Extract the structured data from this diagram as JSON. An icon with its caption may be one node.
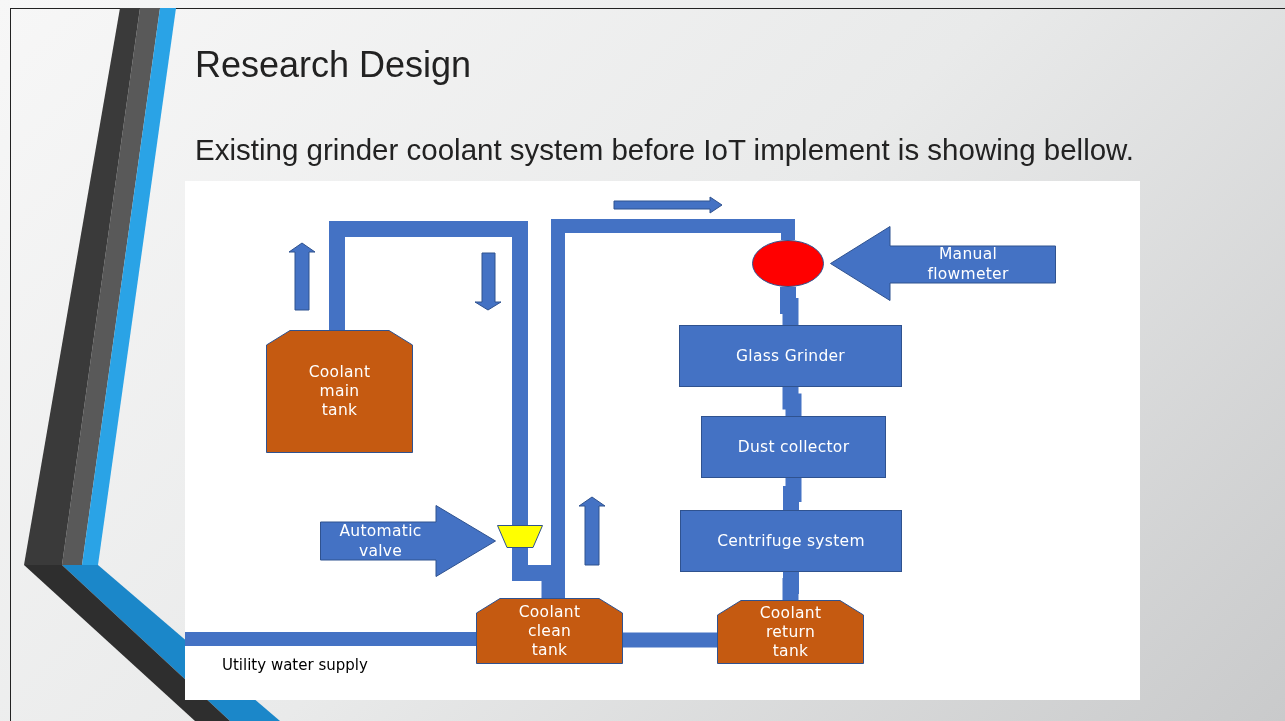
{
  "diagram": {
    "title": "Research Design",
    "nodes": [
      {
        "text": [
          "Coolant main tank"
        ]
      },
      {
        "text": [
          "Coolant clean tank"
        ]
      },
      {
        "text": [
          "Coolant return tank"
        ]
      },
      {
        "text": [
          "Glass Grinder"
        ]
      },
      {
        "text": [
          "Dust collector"
        ]
      },
      {
        "text": [
          "Centrifuge system"
        ]
      },
      {
        "text": [
          "Automatic valve"
        ]
      },
      {
        "text": [],
        "shape": "trapezoid"
      },
      {
        "text": [
          "Manual flowmeter"
        ]
      },
      {
        "text": [],
        "shape": "circle"
      }
    ],
    "edges": [
      {
        "from": 0,
        "to": 7,
        "arrow": "none"
      },
      {
        "from": 7,
        "to": 1,
        "arrow": "none"
      },
      {
        "from": 1,
        "to": 9,
        "arrow": "none"
      },
      {
        "from": 9,
        "to": 3,
        "arrow": "none"
      },
      {
        "from": 3,
        "to": 4,
        "arrow": "none"
      },
      {
        "from": 4,
        "to": 5,
        "arrow": "none"
      },
      {
        "from": 5,
        "to": 2,
        "arrow": "none"
      },
      {
        "from": 2,
        "to": 1,
        "arrow": "none"
      },
      {
        "from": null,
        "to": 1,
        "arrow": "none"
      }
    ],
    "labels": [
      "Existing grinder coolant system before IoT implement is showing bellow.",
      "Utility water supply"
    ]
  }
}
